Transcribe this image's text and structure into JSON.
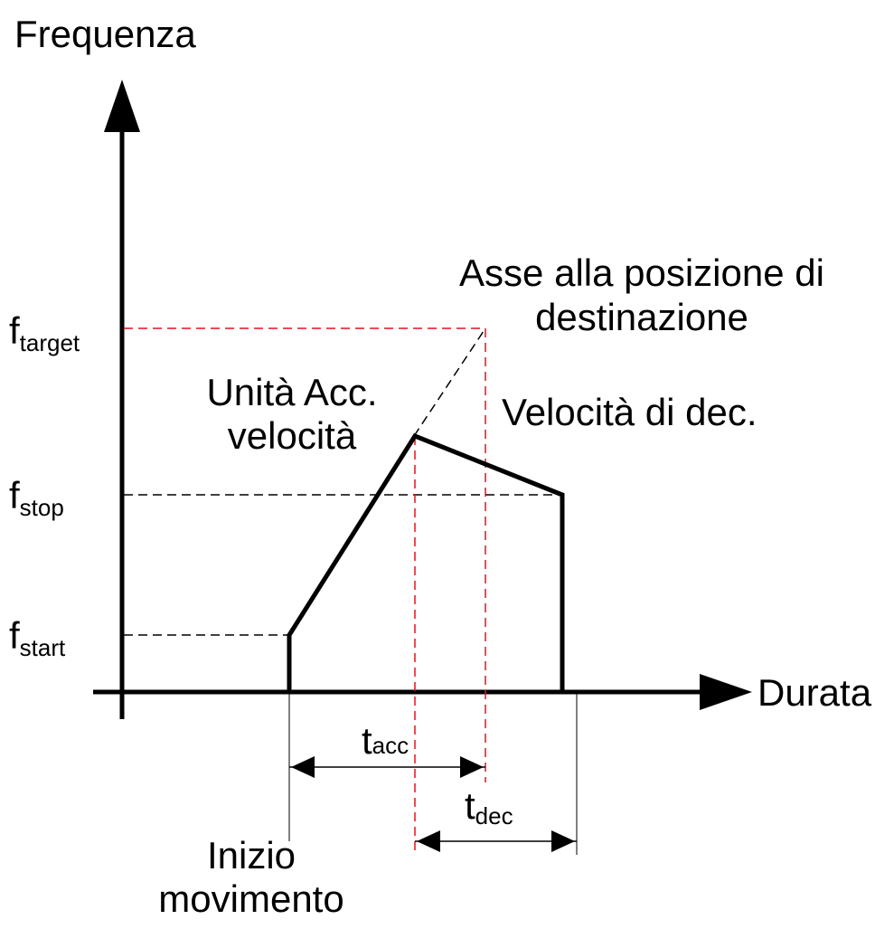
{
  "axes": {
    "y_label": "Frequenza",
    "x_label": "Durata"
  },
  "levels": {
    "f_target": {
      "base": "f",
      "sub": "target"
    },
    "f_stop": {
      "base": "f",
      "sub": "stop"
    },
    "f_start": {
      "base": "f",
      "sub": "start"
    }
  },
  "annotations": {
    "destination_line1": "Asse alla posizione di",
    "destination_line2": "destinazione",
    "accel_line1": "Unità Acc.",
    "accel_line2": "velocità",
    "decel": "Velocità di dec.",
    "start_line1": "Inizio",
    "start_line2": "movimento"
  },
  "durations": {
    "t_acc": {
      "base": "t",
      "sub": "acc"
    },
    "t_dec": {
      "base": "t",
      "sub": "dec"
    }
  },
  "colors": {
    "profile": "#000000",
    "guide_dashed": "#000000",
    "target_dashed": "#e0141e"
  }
}
